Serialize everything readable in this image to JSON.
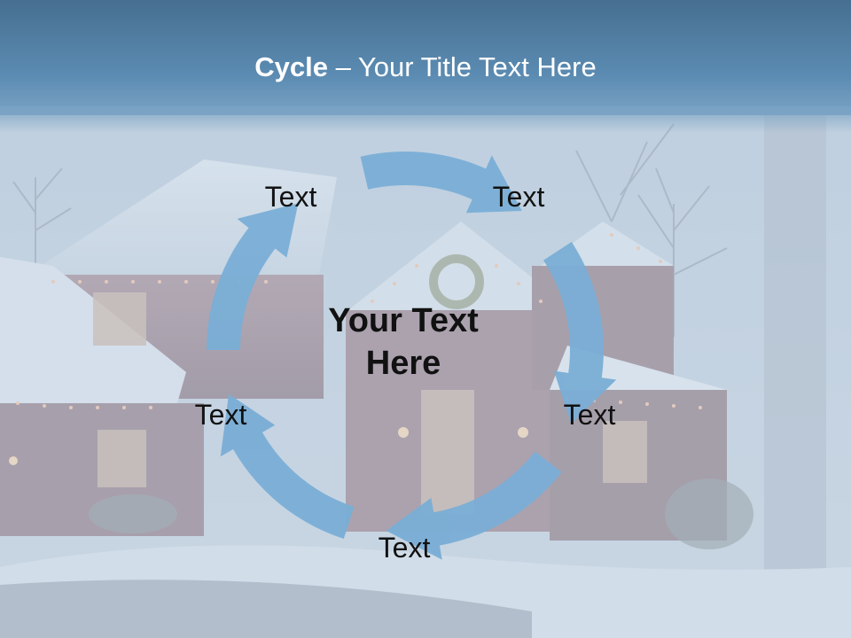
{
  "slide": {
    "title_bold": "Cycle",
    "title_rest": " – Your Title Text Here"
  },
  "diagram": {
    "center_text_line1": "Your Text",
    "center_text_line2": "Here",
    "nodes": [
      {
        "label": "Text"
      },
      {
        "label": "Text"
      },
      {
        "label": "Text"
      },
      {
        "label": "Text"
      },
      {
        "label": "Text"
      }
    ],
    "arrow_color": "#7aaed6"
  },
  "theme": {
    "header_color": "#5b8bb2",
    "background_tint": "#c6d5e2"
  }
}
